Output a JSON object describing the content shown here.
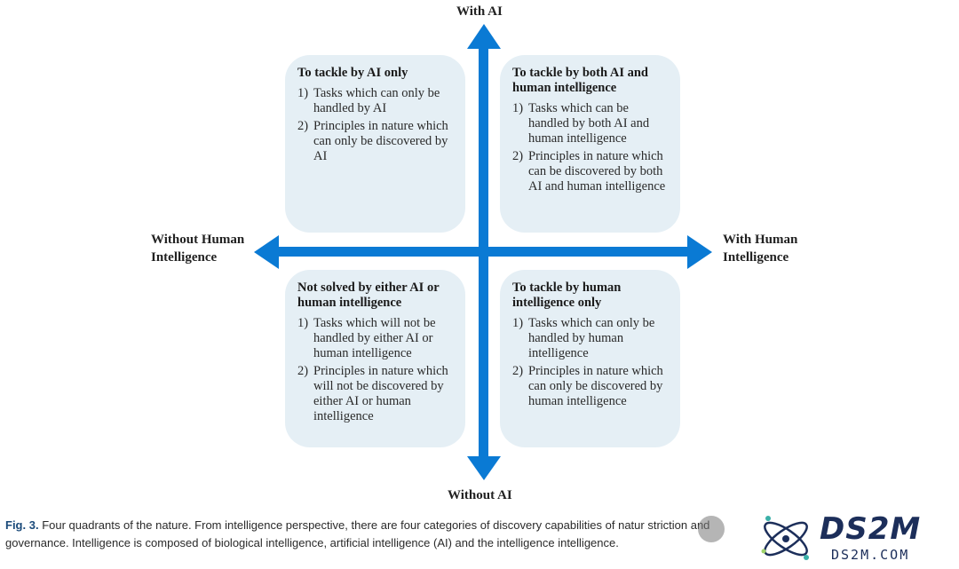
{
  "axes": {
    "top": "With AI",
    "bottom": "Without AI",
    "left_line1": "Without Human",
    "left_line2": "Intelligence",
    "right_line1": "With Human",
    "right_line2": "Intelligence"
  },
  "quadrants": {
    "top_left": {
      "title": "To tackle by AI only",
      "items": [
        {
          "num": "1)",
          "text": "Tasks which can only be handled by AI"
        },
        {
          "num": "2)",
          "text": "Principles in nature which can only be discovered by AI"
        }
      ]
    },
    "top_right": {
      "title": "To tackle by both AI and human intelligence",
      "items": [
        {
          "num": "1)",
          "text": "Tasks which can be handled by both AI and human intelligence"
        },
        {
          "num": "2)",
          "text": "Principles in nature which can be discovered by both AI and human intelligence"
        }
      ]
    },
    "bottom_left": {
      "title": "Not solved by either AI or human intelligence",
      "items": [
        {
          "num": "1)",
          "text": "Tasks which will not be handled by either AI or human intelligence"
        },
        {
          "num": "2)",
          "text": "Principles in nature which will not be discovered by either AI or human intelligence"
        }
      ]
    },
    "bottom_right": {
      "title": "To tackle by human intelligence only",
      "items": [
        {
          "num": "1)",
          "text": "Tasks which can only be handled by human intelligence"
        },
        {
          "num": "2)",
          "text": "Principles in nature which can only be discovered by human intelligence"
        }
      ]
    }
  },
  "caption": {
    "label": "Fig. 3.",
    "text": "Four quadrants of the nature. From intelligence perspective, there are four categories of discovery capabilities of natur striction and governance. Intelligence is composed of biological intelligence, artificial intelligence (AI) and the intelligence intelligence."
  },
  "watermark": {
    "logo": "DS2M",
    "sub": "DS2M.COM"
  },
  "colors": {
    "arrow": "#0a7ad4",
    "quadrant_bg": "#e5eff5",
    "figure_label": "#1a4a7a",
    "logo": "#1c2e5a"
  }
}
